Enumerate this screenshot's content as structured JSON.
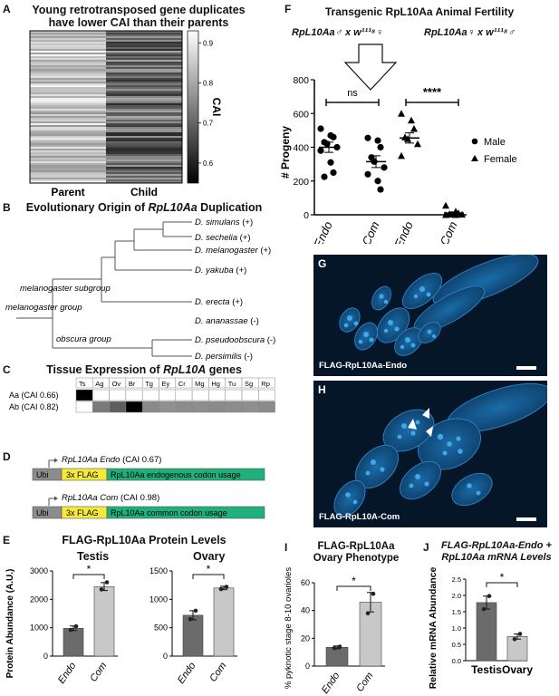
{
  "panelA": {
    "label": "A",
    "title_line1": "Young retrotransposed gene duplicates",
    "title_line2": "have lower CAI than their parents",
    "x_labels": [
      "Parent",
      "Child"
    ],
    "colorbar_label": "CAI",
    "colorbar_ticks": [
      "0.9",
      "0.8",
      "0.7",
      "0.6"
    ]
  },
  "panelB": {
    "label": "B",
    "title_plain": "Evolutionary Origin of ",
    "title_italic": "RpL10Aa",
    "title_tail": " Duplication",
    "species": [
      {
        "name": "D. simulans",
        "mark": "(+)"
      },
      {
        "name": "D. sechelia",
        "mark": "(+)"
      },
      {
        "name": "D. melanogaster",
        "mark": "(+)"
      },
      {
        "name": "D. yakuba",
        "mark": "(+)"
      },
      {
        "name": "D. erecta",
        "mark": "(+)"
      },
      {
        "name": "D. ananassae",
        "mark": "(-)"
      },
      {
        "name": "D. pseudoobscura",
        "mark": "(-)"
      },
      {
        "name": "D. persimilis",
        "mark": "(-)"
      }
    ],
    "groups": [
      "melanogaster subgroup",
      "melanogaster group",
      "obscura group"
    ]
  },
  "panelC": {
    "label": "C",
    "title_plain": "Tissue Expression of ",
    "title_italic": "RpL10A",
    "title_tail": " genes",
    "tissues": [
      "Ts",
      "Ag",
      "Ov",
      "Br",
      "Tg",
      "Ey",
      "Cr",
      "Mg",
      "Hg",
      "Tu",
      "Sg",
      "Rp"
    ],
    "rows": [
      {
        "label": "Aa (CAI 0.66)",
        "colors": [
          "#000000",
          "#ffffff",
          "#ffffff",
          "#ffffff",
          "#ffffff",
          "#ffffff",
          "#ffffff",
          "#ffffff",
          "#ffffff",
          "#ffffff",
          "#ffffff",
          "#ffffff"
        ]
      },
      {
        "label": "Ab (CAI 0.82)",
        "colors": [
          "#ffffff",
          "#7a7a7a",
          "#5e5e5e",
          "#000000",
          "#8a8a8a",
          "#909090",
          "#8c8c8c",
          "#8e8e8e",
          "#8a8a8a",
          "#8d8d8d",
          "#8f8f8f",
          "#8b8b8b"
        ]
      }
    ]
  },
  "panelD": {
    "label": "D",
    "constructs": [
      {
        "name_italic": "RpL10Aa Endo",
        "cai": "(CAI 0.67)",
        "ubi": "Ubi",
        "flag": "3x FLAG",
        "body": "RpL10Aa endogenous codon usage"
      },
      {
        "name_italic": "RpL10Aa Com",
        "cai": "(CAI 0.98)",
        "ubi": "Ubi",
        "flag": "3x FLAG",
        "body": "RpL10Aa common codon usage"
      }
    ],
    "colors": {
      "ubi": "#8c8c8c",
      "flag": "#f5ea3c",
      "body": "#1fb07c"
    }
  },
  "panelE": {
    "label": "E",
    "title": "FLAG-RpL10Aa Protein Levels",
    "ylabel": "Protein Abundance (A.U.)",
    "categories": [
      "Endo",
      "Com"
    ],
    "star": "*",
    "charts": [
      {
        "subtitle": "Testis",
        "ticks": [
          "0",
          "1000",
          "2000",
          "3000"
        ]
      },
      {
        "subtitle": "Ovary",
        "ticks": [
          "0",
          "500",
          "1000",
          "1500"
        ]
      }
    ]
  },
  "panelF": {
    "label": "F",
    "title": "Transgenic RpL10Aa Animal Fertility",
    "cross1": "RpL10Aa♂ x w¹¹¹⁸♀",
    "cross2": "RpL10Aa♀ x w¹¹¹⁸♂",
    "ylabel": "# Progeny",
    "ticks": [
      "0",
      "200",
      "400",
      "600",
      "800"
    ],
    "categories": [
      "Endo",
      "Com",
      "Endo",
      "Com"
    ],
    "sig1": "ns",
    "sig2": "****",
    "legend": [
      "Male",
      "Female"
    ]
  },
  "panelG": {
    "label": "G",
    "caption": "FLAG-RpL10Aa-Endo"
  },
  "panelH": {
    "label": "H",
    "caption": "FLAG-RpL10A-Com"
  },
  "panelI": {
    "label": "I",
    "title_line1": "FLAG-RpL10Aa",
    "title_line2": "Ovary Phenotype",
    "ylabel": "% pyknotic stage 8-10 ovarioles",
    "ticks": [
      "0",
      "20",
      "40",
      "60"
    ],
    "categories": [
      "Endo",
      "Com"
    ],
    "star": "*"
  },
  "panelJ": {
    "label": "J",
    "title_line1": "FLAG-RpL10Aa-Endo +",
    "title_line2": "RpL10Aa mRNA Levels",
    "ylabel": "Relative mRNA Abundance",
    "ticks": [
      "0.0",
      "0.5",
      "1.0",
      "1.5",
      "2.0",
      "2.5"
    ],
    "categories": [
      "Testis",
      "Ovary"
    ],
    "star": "*"
  },
  "chart_data": [
    {
      "type": "heatmap",
      "title": "Young retrotransposed gene duplicates have lower CAI than their parents",
      "categories": [
        "Parent",
        "Child"
      ],
      "colorbar_label": "CAI",
      "colorbar_range": [
        0.55,
        0.93
      ],
      "row_count_note": ""
    },
    {
      "type": "bar",
      "title": "Testis",
      "ylabel": "Protein Abundance (A.U.)",
      "categories": [
        "Endo",
        "Com"
      ],
      "values": [
        980,
        2450
      ],
      "errors": [
        80,
        140
      ],
      "points": [
        [
          920,
          1050
        ],
        [
          2350,
          2600
        ]
      ],
      "ylim": [
        0,
        3000
      ],
      "colors": [
        "#6b6b6b",
        "#c8c8c8"
      ]
    },
    {
      "type": "bar",
      "title": "Ovary",
      "ylabel": "Protein Abundance (A.U.)",
      "categories": [
        "Endo",
        "Com"
      ],
      "values": [
        720,
        1200
      ],
      "errors": [
        80,
        30
      ],
      "points": [
        [
          650,
          800
        ],
        [
          1180,
          1220
        ]
      ],
      "ylim": [
        0,
        1500
      ],
      "colors": [
        "#6b6b6b",
        "#c8c8c8"
      ]
    },
    {
      "type": "scatter",
      "title": "Transgenic RpL10Aa Animal Fertility",
      "ylabel": "# Progeny",
      "categories": [
        "Endo",
        "Com",
        "Endo",
        "Com"
      ],
      "ylim": [
        0,
        800
      ],
      "series": [
        {
          "name": "Male",
          "group": 0,
          "values": [
            510,
            470,
            460,
            430,
            420,
            400,
            380,
            310,
            250,
            225
          ],
          "mean": 400,
          "sem": 30
        },
        {
          "name": "Male",
          "group": 1,
          "values": [
            455,
            440,
            400,
            340,
            315,
            280,
            240,
            200,
            150
          ],
          "mean": 315,
          "sem": 35
        },
        {
          "name": "Female",
          "group": 2,
          "values": [
            600,
            560,
            510,
            460,
            450,
            420,
            350
          ],
          "mean": 455,
          "sem": 30
        },
        {
          "name": "Female",
          "group": 3,
          "values": [
            55,
            20,
            10,
            5,
            3,
            2,
            0,
            0
          ],
          "mean": 10,
          "sem": 6
        }
      ]
    },
    {
      "type": "bar",
      "title": "FLAG-RpL10Aa Ovary Phenotype",
      "ylabel": "% pyknotic stage 8-10 ovarioles",
      "categories": [
        "Endo",
        "Com"
      ],
      "values": [
        13.5,
        46
      ],
      "errors": [
        1,
        7
      ],
      "points": [
        [
          13,
          14
        ],
        [
          38,
          52
        ]
      ],
      "ylim": [
        0,
        60
      ],
      "colors": [
        "#6b6b6b",
        "#c8c8c8"
      ]
    },
    {
      "type": "bar",
      "title": "FLAG-RpL10Aa-Endo + RpL10Aa mRNA Levels",
      "ylabel": "Relative mRNA Abundance",
      "categories": [
        "Testis",
        "Ovary"
      ],
      "values": [
        1.78,
        0.74
      ],
      "errors": [
        0.2,
        0.08
      ],
      "points": [
        [
          1.58,
          1.98
        ],
        [
          0.66,
          0.82
        ]
      ],
      "ylim": [
        0,
        2.5
      ],
      "colors": [
        "#6b6b6b",
        "#c8c8c8"
      ]
    }
  ]
}
